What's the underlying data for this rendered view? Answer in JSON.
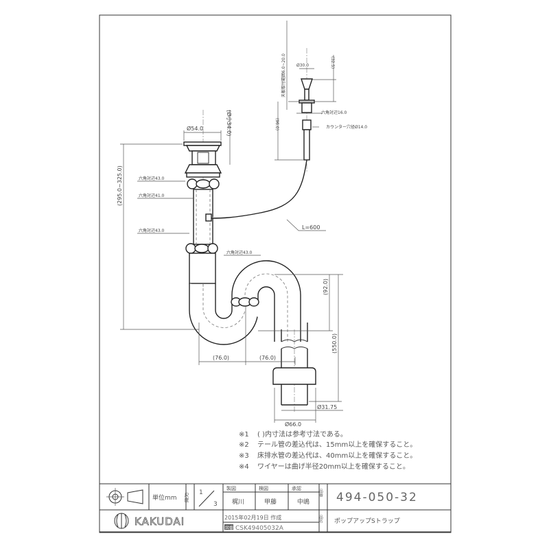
{
  "drawing": {
    "dimensions": {
      "dia_54": "Ø54.0",
      "dia_34": "(Ø小34.0)",
      "hex_43_top": "六角対辺43.0",
      "hex_41": "六角対辺41.0",
      "hex_43_mid": "六角対辺43.0",
      "hex_43_trap": "六角対辺43.0",
      "height_295_325": "(295.0~325.0)",
      "dim_76_left": "(76.0)",
      "dim_76_right": "(76.0)",
      "dim_92": "(92.0)",
      "dim_550": "(550.0)",
      "dia_66": "Ø66.0",
      "dia_31_75": "Ø31.75",
      "cable_length": "L=600",
      "dia_30": "Ø30.0",
      "dim_32_5": "(32.5)",
      "dim_96": "(96.0)",
      "hex_16": "六角対辺16.0",
      "counter_hole": "カウンター穴径Ø14.0",
      "mount_range": "天板取付範囲6.0~20.0"
    },
    "notes": [
      {
        "mark": "※1",
        "text": "(  )内寸法は参考寸法である。"
      },
      {
        "mark": "※2",
        "text": "テール管の差込代は、15mm以上を確保すること。"
      },
      {
        "mark": "※3",
        "text": "床排水管の差込代は、40mm以上を確保すること。"
      },
      {
        "mark": "※4",
        "text": "ワイヤーは曲げ半径20mm以上を確保すること。"
      }
    ]
  },
  "title_block": {
    "unit": "単位mm",
    "scale_label": "尺度",
    "scale_num": "1",
    "scale_den": "3",
    "drawn_label": "製図",
    "checked_label": "検図",
    "approved_label": "承認",
    "drawn_by": "梶川",
    "checked_by": "甲藤",
    "approved_by": "中嶋",
    "part_no_label": "品番",
    "part_no": "494-050-32",
    "part_name_label": "品名",
    "part_name": "ポップアップSトラップ",
    "date": "2015年02月19日 作成",
    "drawing_no_label": "図番",
    "drawing_no": "CSK49405032A",
    "brand": "KAKUDAI"
  }
}
